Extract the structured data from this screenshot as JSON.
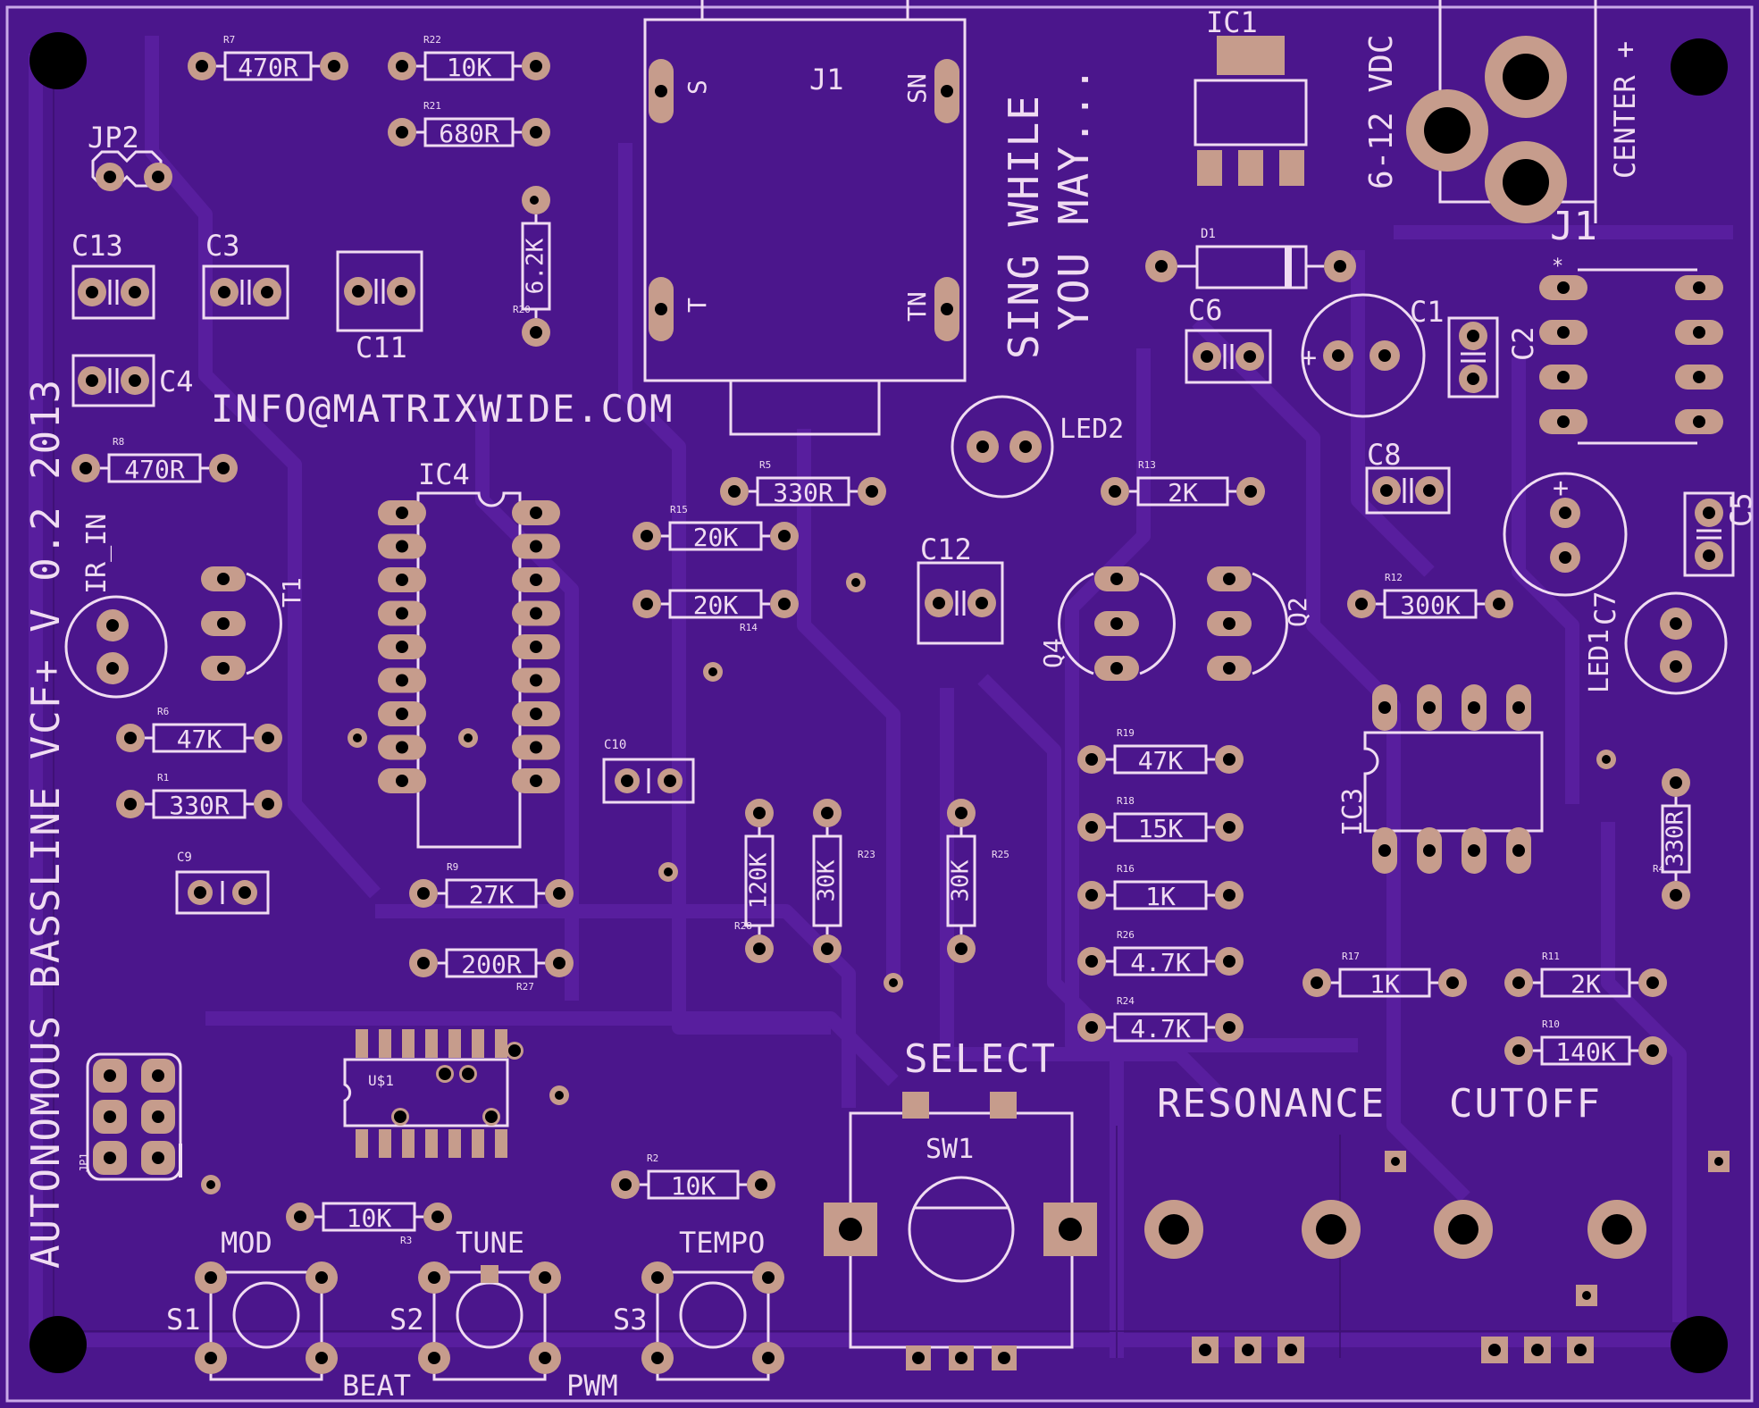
{
  "colors": {
    "board": "#4b168c",
    "trace": "#561b99",
    "traceEdge": "#3a0f6e",
    "silk": "#f0dcf2",
    "pad": "#c69c8c",
    "drill": "#000000"
  },
  "labels": {
    "board_title": "AUTONOMOUS BASSLINE VCF+ V 0.2 2013",
    "email": "INFO@MATRIXWIDE.COM",
    "slogan1": "SING WHILE",
    "slogan2": "YOU MAY...",
    "vdc": "6-12 VDC",
    "center": "CENTER +",
    "select": "SELECT",
    "resonance": "RESONANCE",
    "cutoff": "CUTOFF",
    "mod": "MOD",
    "tune": "TUNE",
    "tempo": "TEMPO",
    "beat": "BEAT",
    "pwm": "PWM",
    "s1": "S1",
    "s2": "S2",
    "s3": "S3",
    "sw1": "SW1",
    "ir_in": "IR_IN",
    "jack_name": "J1",
    "jack_s": "S",
    "jack_sn": "SN",
    "jack_t": "T",
    "jack_tn": "TN",
    "power_j1": "J1",
    "star": "*",
    "jp2": "JP2",
    "jp1": "JP1",
    "us1": "U$1"
  },
  "designators": {
    "ic1": "IC1",
    "ic3": "IC3",
    "ic4": "IC4",
    "c1": "C1",
    "c2": "C2",
    "c3": "C3",
    "c4": "C4",
    "c5": "C5",
    "c6": "C6",
    "c7": "C7",
    "c8": "C8",
    "c9": "C9",
    "c10": "C10",
    "c11": "C11",
    "c12": "C12",
    "c13": "C13",
    "led1": "LED1",
    "led2": "LED2",
    "d1": "D1",
    "q2": "Q2",
    "q4": "Q4",
    "t1": "T1"
  },
  "resistors": [
    {
      "ref": "R7",
      "value": "470R"
    },
    {
      "ref": "R22",
      "value": "10K"
    },
    {
      "ref": "R21",
      "value": "680R"
    },
    {
      "ref": "R20",
      "value": "6.2K"
    },
    {
      "ref": "R8",
      "value": "470R"
    },
    {
      "ref": "R5",
      "value": "330R"
    },
    {
      "ref": "R15",
      "value": "20K"
    },
    {
      "ref": "R14",
      "value": "20K"
    },
    {
      "ref": "R13",
      "value": "2K"
    },
    {
      "ref": "R12",
      "value": "300K"
    },
    {
      "ref": "R6",
      "value": "47K"
    },
    {
      "ref": "R1",
      "value": "330R"
    },
    {
      "ref": "R19",
      "value": "47K"
    },
    {
      "ref": "R18",
      "value": "15K"
    },
    {
      "ref": "R16",
      "value": "1K"
    },
    {
      "ref": "R26",
      "value": "4.7K"
    },
    {
      "ref": "R24",
      "value": "4.7K"
    },
    {
      "ref": "R9",
      "value": "27K"
    },
    {
      "ref": "R27",
      "value": "200R"
    },
    {
      "ref": "R28",
      "value": "120K"
    },
    {
      "ref": "R23",
      "value": "30K"
    },
    {
      "ref": "R25",
      "value": "30K"
    },
    {
      "ref": "R17",
      "value": "1K"
    },
    {
      "ref": "R11",
      "value": "2K"
    },
    {
      "ref": "R10",
      "value": "140K"
    },
    {
      "ref": "R4",
      "value": "330R"
    },
    {
      "ref": "R2",
      "value": "10K"
    },
    {
      "ref": "R3",
      "value": "10K"
    }
  ]
}
